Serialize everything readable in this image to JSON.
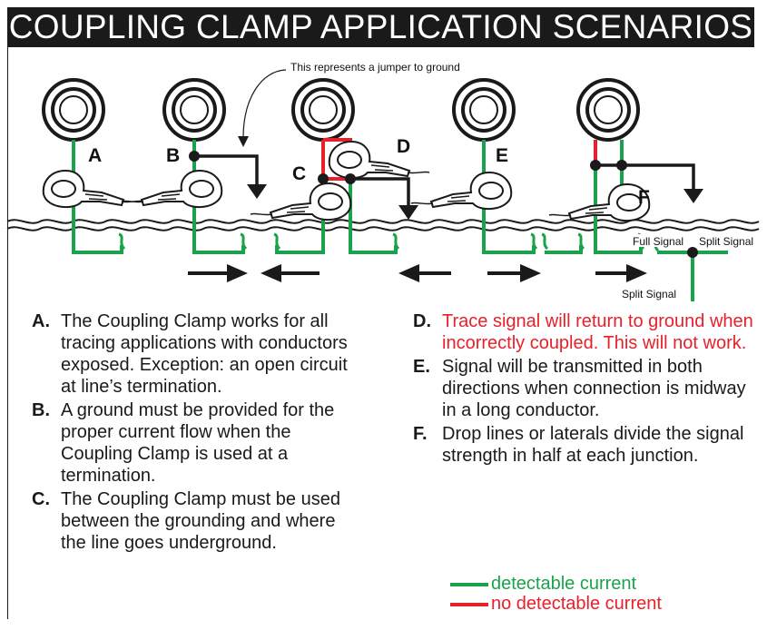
{
  "title": "COUPLING CLAMP APPLICATION SCENARIOS",
  "callout": "This represents a jumper to ground",
  "scenario_letters": [
    "A",
    "B",
    "C",
    "D",
    "E",
    "F"
  ],
  "signal_labels": {
    "full": "Full Signal",
    "split_right": "Split Signal",
    "split_down": "Split Signal"
  },
  "notes": [
    {
      "key": "A",
      "sep": ".",
      "text": "The Coupling Clamp works for all tracing applications with conductors exposed. Exception: an open circuit at line’s termination.",
      "color": "#1a1a1a"
    },
    {
      "key": "B",
      "sep": ".",
      "text": "A ground must be provided for the proper current flow when the Coupling Clamp is used at a termination.",
      "color": "#1a1a1a"
    },
    {
      "key": "C",
      "sep": ".",
      "text": "The Coupling Clamp must be used between the grounding and where the line goes underground.",
      "color": "#1a1a1a"
    },
    {
      "key": "D",
      "sep": ".",
      "text": "Trace signal will return to ground when incorrectly coupled. This will not work.",
      "color": "#e8202a"
    },
    {
      "key": "E",
      "sep": ".",
      "text": "Signal will be transmitted in both directions when connection is midway in a long conductor.",
      "color": "#1a1a1a"
    },
    {
      "key": "F",
      "sep": ".",
      "text": "Drop lines or laterals divide the signal strength in half at each junction.",
      "color": "#1a1a1a"
    }
  ],
  "legend": [
    {
      "label": "detectable current",
      "color": "#1aa34a"
    },
    {
      "label": "no detectable current",
      "color": "#e8202a"
    }
  ],
  "colors": {
    "green": "#1aa34a",
    "red": "#e8202a",
    "black": "#1a1a1a"
  }
}
